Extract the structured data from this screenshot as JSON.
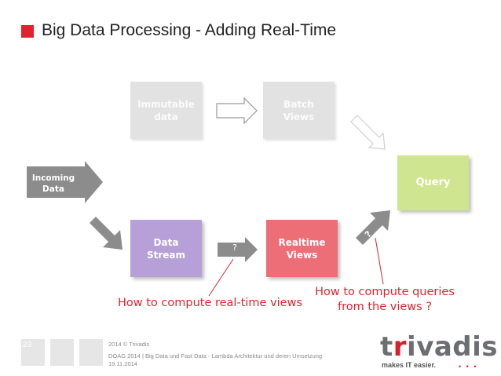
{
  "title": "Big Data Processing - Adding Real-Time",
  "boxes": {
    "immutable": "Immutable\ndata",
    "batch": "Batch\nViews",
    "query": "Query",
    "stream": "Data\nStream",
    "realtime": "Realtime\nViews"
  },
  "incoming": "Incoming\nData",
  "question_marks": {
    "middle": "?",
    "diagonal": "?"
  },
  "annotations": {
    "realtime": "How to compute real-time views",
    "query": "How to compute queries\nfrom the views ?"
  },
  "footer": {
    "page_number": "23",
    "copyright": "2014 © Trivadis",
    "event": "DOAG 2014 | Big Data und Fast Data - Lambda Architektur und deren Umsetzung",
    "date": "19.11.2014"
  },
  "logo": {
    "word_t": "t",
    "word_r": "r",
    "word_rest": "ivadis",
    "tagline": "makes IT easier.",
    "dots": "• • •"
  },
  "colors": {
    "accent": "#e0242e",
    "immutable": "#e2e2e2",
    "query": "#cfe58f",
    "stream": "#b7a0d8",
    "realtime": "#ee6e78",
    "arrow_dark": "#8c8c8c"
  }
}
